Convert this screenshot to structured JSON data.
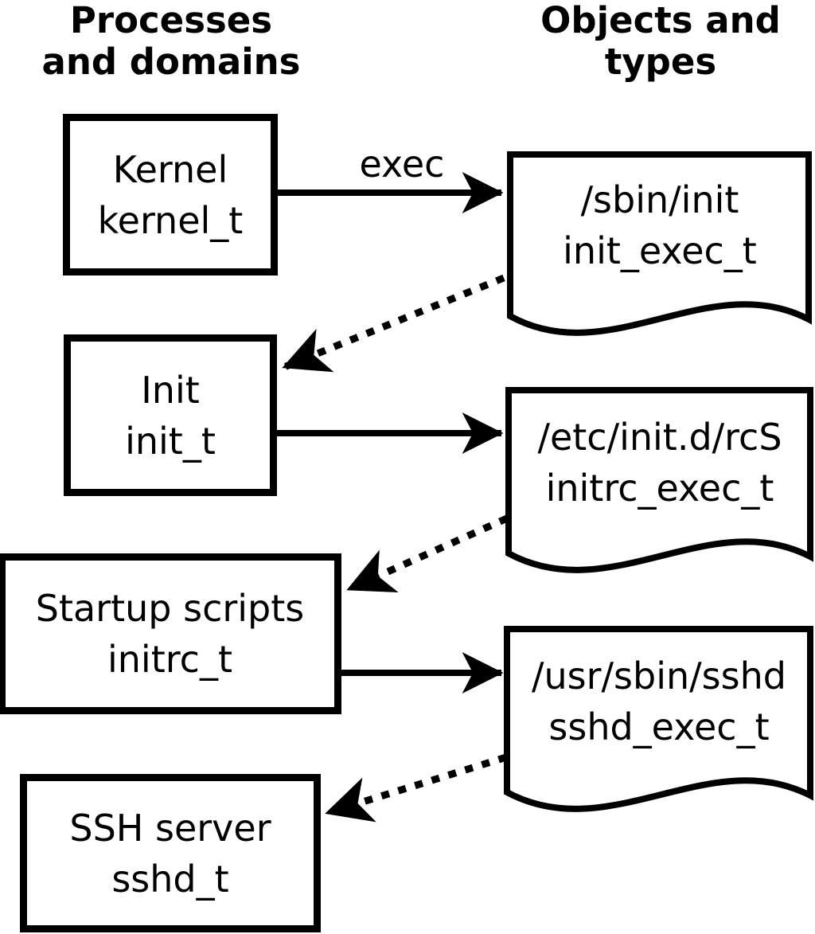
{
  "title_left": {
    "line1": "Processes",
    "line2": "and domains"
  },
  "title_right": {
    "line1": "Objects and",
    "line2": "types"
  },
  "process_boxes": [
    {
      "label": "Kernel",
      "domain": "kernel_t"
    },
    {
      "label": "Init",
      "domain": "init_t"
    },
    {
      "label": "Startup scripts",
      "domain": "initrc_t"
    },
    {
      "label": "SSH server",
      "domain": "sshd_t"
    }
  ],
  "object_files": [
    {
      "path": "/sbin/init",
      "type": "init_exec_t"
    },
    {
      "path": "/etc/init.d/rcS",
      "type": "initrc_exec_t"
    },
    {
      "path": "/usr/sbin/sshd",
      "type": "sshd_exec_t"
    }
  ],
  "edges": [
    {
      "from": "kernel_t",
      "to": "init_exec_t",
      "style": "solid",
      "label": "exec"
    },
    {
      "from": "init_exec_t",
      "to": "init_t",
      "style": "dotted",
      "label": ""
    },
    {
      "from": "init_t",
      "to": "initrc_exec_t",
      "style": "solid",
      "label": ""
    },
    {
      "from": "initrc_exec_t",
      "to": "initrc_t",
      "style": "dotted",
      "label": ""
    },
    {
      "from": "initrc_t",
      "to": "sshd_exec_t",
      "style": "solid",
      "label": ""
    },
    {
      "from": "sshd_exec_t",
      "to": "sshd_t",
      "style": "dotted",
      "label": ""
    }
  ],
  "colors": {
    "ink": "#000000",
    "paper": "#ffffff"
  }
}
